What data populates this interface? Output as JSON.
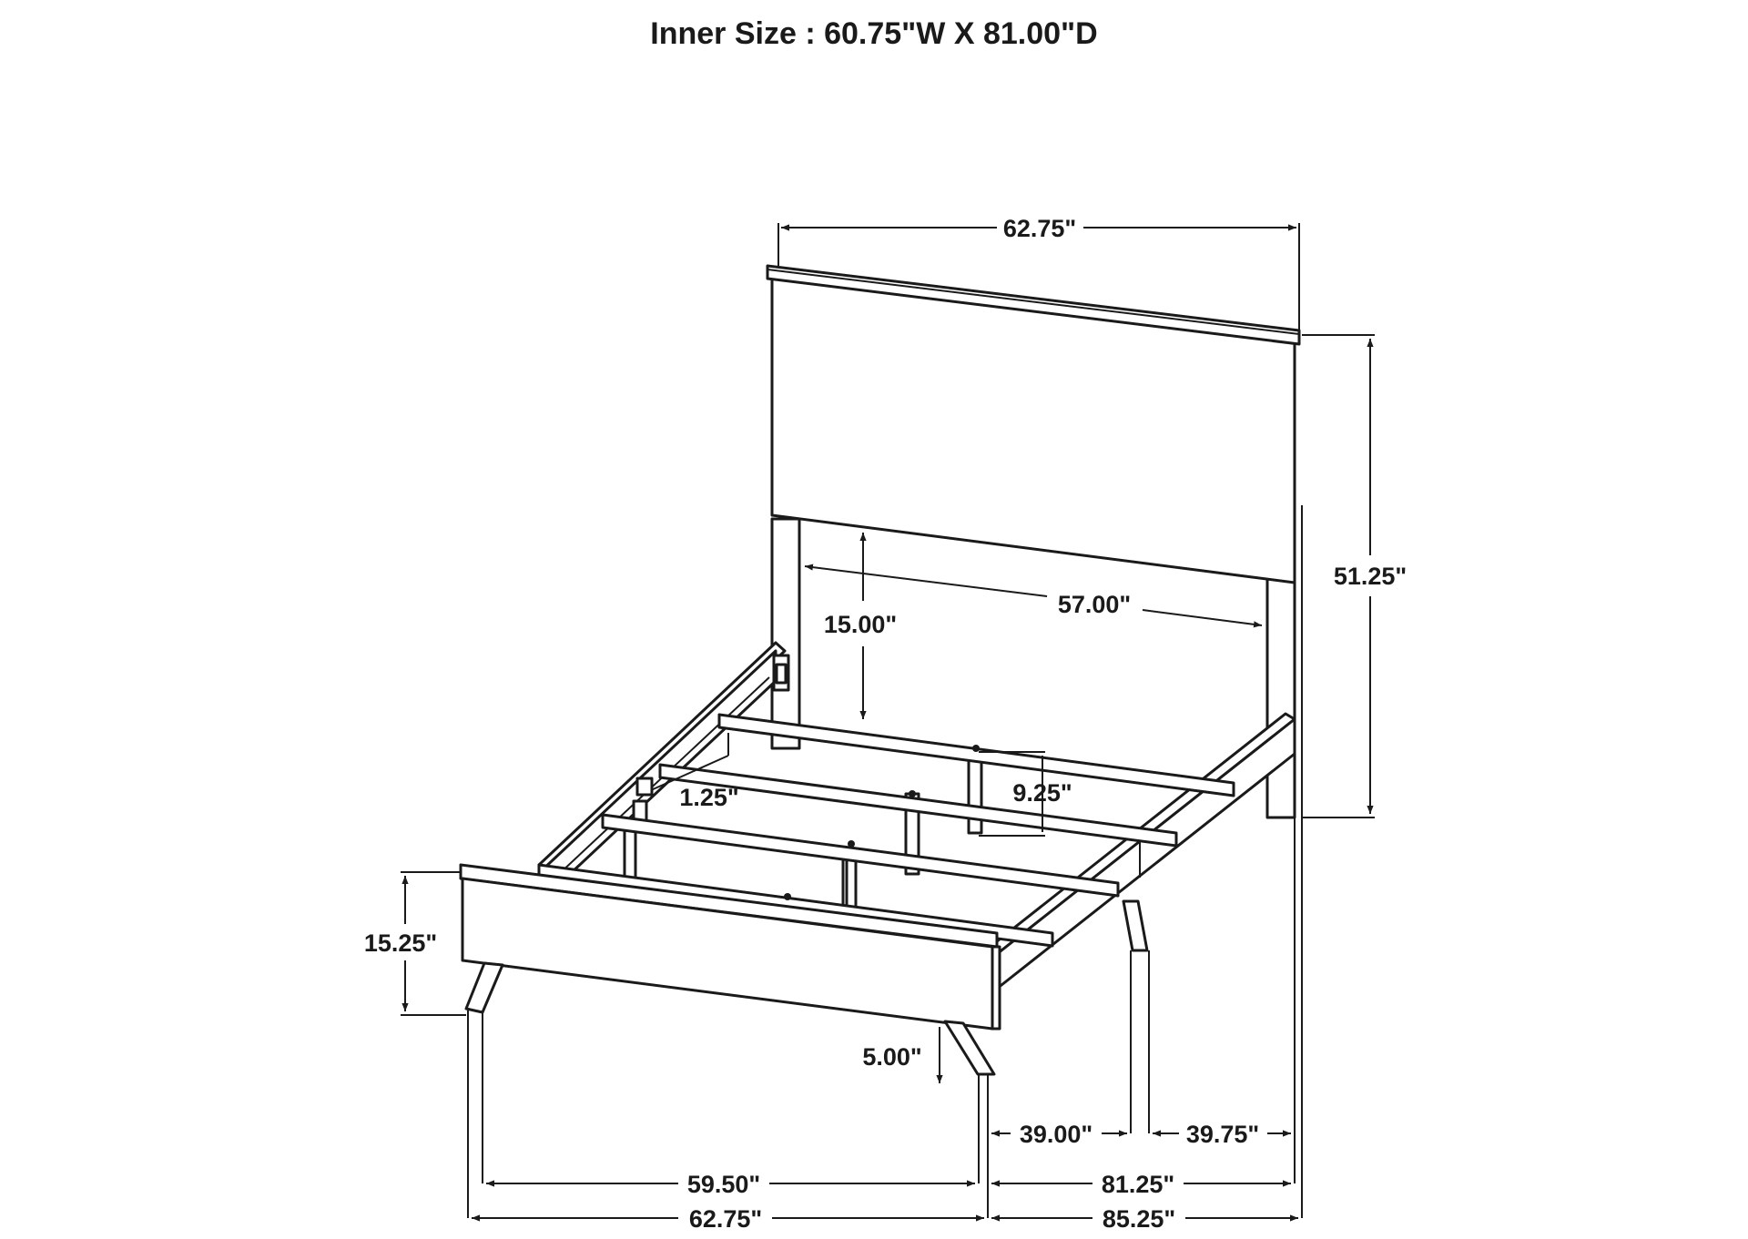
{
  "title": "Inner Size : 60.75\"W X 81.00\"D",
  "dimensions": {
    "headboard_width": "62.75\"",
    "headboard_height": "51.25\"",
    "inner_width": "57.00\"",
    "headboard_clearance": "15.00\"",
    "slat_gap": "9.25\"",
    "slat_thickness": "1.25\"",
    "footboard_height": "15.25\"",
    "leg_clearance": "5.00\"",
    "front_leg_span": "59.50\"",
    "overall_width": "62.75\"",
    "front_to_middle_leg": "39.00\"",
    "middle_to_rear_leg": "39.75\"",
    "leg_depth_span": "81.25\"",
    "overall_length": "85.25\""
  }
}
